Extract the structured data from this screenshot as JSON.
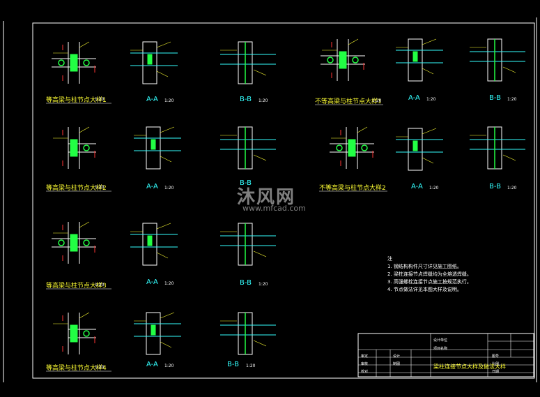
{
  "details": [
    {
      "label": "等高梁与柱节点大样1",
      "scale": "1:20"
    },
    {
      "label": "等高梁与柱节点大样2",
      "scale": "1:20"
    },
    {
      "label": "等高梁与柱节点大样3",
      "scale": "1:20"
    },
    {
      "label": "等高梁与柱节点大样4",
      "scale": "1:20"
    },
    {
      "label": "不等高梁与柱节点大样1",
      "scale": "1:20"
    },
    {
      "label": "不等高梁与柱节点大样2",
      "scale": "1:20"
    }
  ],
  "sections": {
    "aa": "A-A",
    "bb": "B-B",
    "scale": "1:20"
  },
  "watermark": {
    "brand": "沐风网",
    "url": "www.mfcad.com"
  },
  "notes": {
    "title": "注",
    "items": [
      "1. 钢结构构件尺寸详见施工图纸。",
      "2. 梁柱连接节点焊缝均为全熔透焊缝。",
      "3. 高强螺栓连接节点施工按规范执行。",
      "4. 节点做法详见本图大样及说明。"
    ]
  },
  "title_block": {
    "drawing_title": "梁柱连接节点大样及做法大样",
    "cells": [
      "设计单位",
      "项目名称",
      "审定",
      "审核",
      "校对",
      "设计",
      "制图",
      "图号",
      "比例",
      "日期"
    ]
  }
}
